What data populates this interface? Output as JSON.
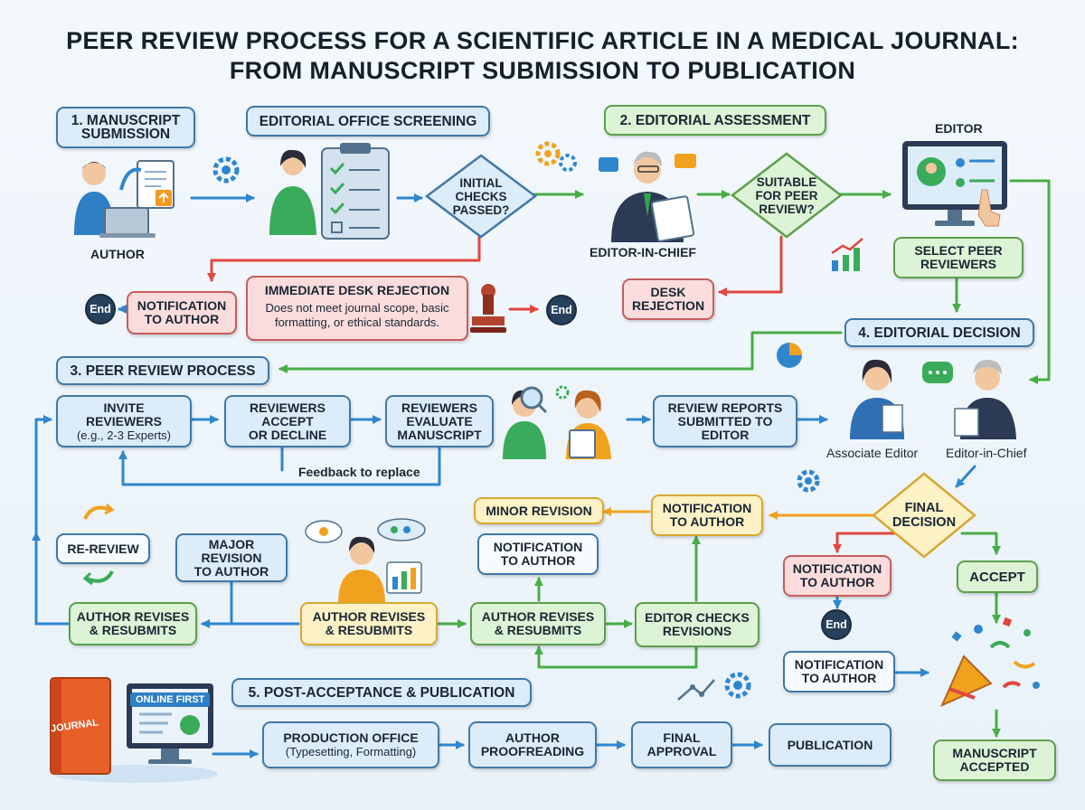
{
  "title": {
    "line1": "PEER REVIEW PROCESS FOR A SCIENTIFIC ARTICLE IN A MEDICAL JOURNAL:",
    "line2": "FROM MANUSCRIPT SUBMISSION TO PUBLICATION"
  },
  "stage1": {
    "header": [
      "1. MANUSCRIPT",
      "SUBMISSION"
    ],
    "author_label": "AUTHOR",
    "screening_header": "EDITORIAL OFFICE SCREENING",
    "checks_decision": [
      "INITIAL",
      "CHECKS",
      "PASSED?"
    ],
    "notification": [
      "NOTIFICATION",
      "TO AUTHOR"
    ],
    "end": "End",
    "desk_rejection": {
      "title": "IMMEDIATE DESK REJECTION",
      "desc": [
        "Does not meet journal scope, basic",
        "formatting, or ethical standards."
      ]
    },
    "end2": "End"
  },
  "stage2": {
    "header": "2. EDITORIAL ASSESSMENT",
    "eic_label": "EDITOR-IN-CHIEF",
    "suitable_decision": [
      "SUITABLE",
      "FOR PEER",
      "REVIEW?"
    ],
    "desk_rejection": [
      "DESK",
      "REJECTION"
    ],
    "editor_label": "EDITOR",
    "select_reviewers": [
      "SELECT PEER",
      "REVIEWERS"
    ]
  },
  "stage3": {
    "header": "3. PEER REVIEW PROCESS",
    "invite": [
      "INVITE",
      "REVIEWERS",
      "(e.g., 2-3 Experts)"
    ],
    "accept": [
      "REVIEWERS",
      "ACCEPT",
      "OR DECLINE"
    ],
    "evaluate": [
      "REVIEWERS",
      "EVALUATE",
      "MANUSCRIPT"
    ],
    "reports": [
      "REVIEW REPORTS",
      "SUBMITTED TO",
      "EDITOR"
    ],
    "feedback_label": "Feedback to replace"
  },
  "stage4": {
    "header": "4. EDITORIAL DECISION",
    "associate_label": "Associate Editor",
    "eic_label": "Editor-in-Chief",
    "final_decision": [
      "FINAL",
      "DECISION"
    ],
    "notification_mid": [
      "NOTIFICATION",
      "TO AUTHOR"
    ],
    "minor_revision": "MINOR REVISION",
    "notification_minor": [
      "NOTIFICATION",
      "TO AUTHOR"
    ],
    "major_revision": [
      "MAJOR",
      "REVISION",
      "TO AUTHOR"
    ],
    "re_review": "RE-REVIEW",
    "author_revises_left": [
      "AUTHOR REVISES",
      "& RESUBMITS"
    ],
    "author_revises_center": [
      "AUTHOR REVISES",
      "& RESUBMITS"
    ],
    "author_revises_right": [
      "AUTHOR REVISES",
      "& RESUBMITS"
    ],
    "editor_checks": [
      "EDITOR CHECKS",
      "REVISIONS"
    ],
    "notification_reject": [
      "NOTIFICATION",
      "TO AUTHOR"
    ],
    "end": "End",
    "accept": "ACCEPT",
    "notification_accept": [
      "NOTIFICATION",
      "TO AUTHOR"
    ],
    "accepted": [
      "MANUSCRIPT",
      "ACCEPTED"
    ]
  },
  "stage5": {
    "header": "5. POST-ACCEPTANCE & PUBLICATION",
    "journal_label": "JOURNAL",
    "online_first": "ONLINE FIRST",
    "production": [
      "PRODUCTION OFFICE",
      "(Typesetting, Formatting)"
    ],
    "proofreading": [
      "AUTHOR",
      "PROOFREADING"
    ],
    "final_approval": [
      "FINAL",
      "APPROVAL"
    ],
    "publication": "PUBLICATION"
  },
  "colors": {
    "blue_arrow": "#2f86cf",
    "green_arrow": "#49ad45",
    "red_arrow": "#e0473f",
    "orange_arrow": "#f0a21f",
    "blue_box": "#dcecf9",
    "green_box": "#dcf3d6",
    "red_box": "#fbdcdc",
    "yellow_box": "#fdf1c6"
  },
  "icons": [
    "gear-icon",
    "clipboard-icon",
    "person-laptop-icon",
    "document-upload-icon",
    "stamp-icon",
    "monitor-icon",
    "magnifier-icon",
    "chart-icon",
    "pie-chart-icon",
    "speech-bubble-icon",
    "confetti-icon",
    "book-icon",
    "recycle-arrows-icon"
  ]
}
